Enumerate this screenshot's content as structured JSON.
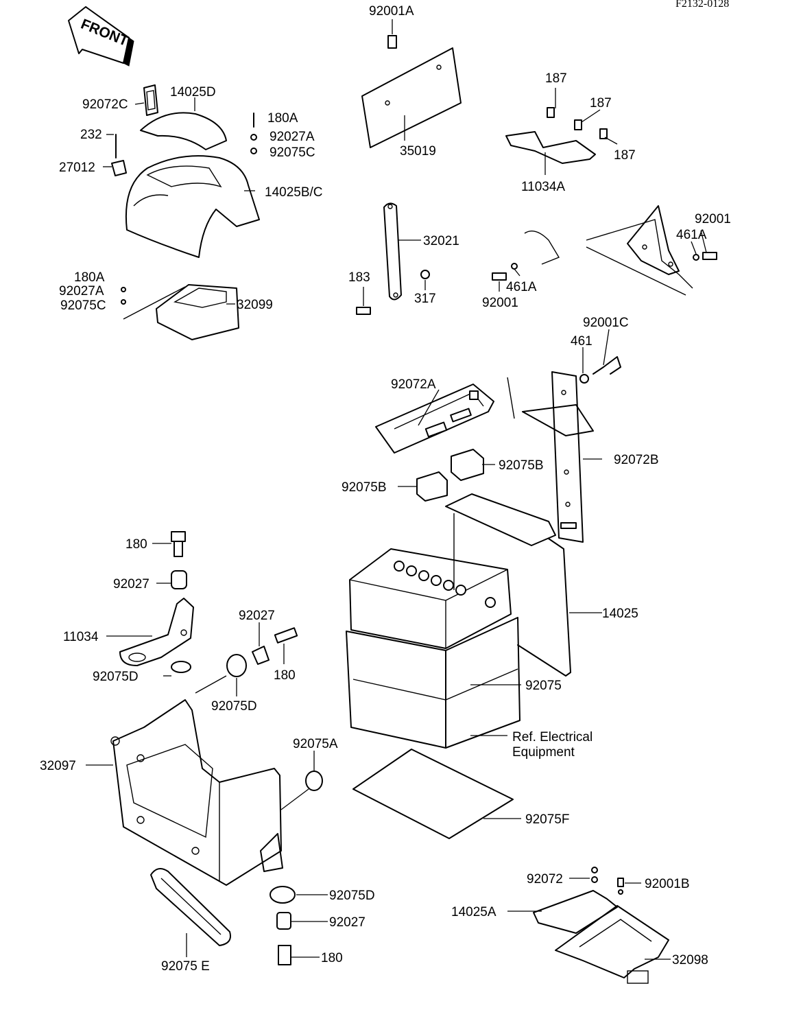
{
  "diagram_code": "F2132-0128",
  "front_arrow": "FRONT",
  "parts": {
    "p92001A": "92001A",
    "p35019": "35019",
    "p187a": "187",
    "p187b": "187",
    "p187c": "187",
    "p11034A": "11034A",
    "p92072C": "92072C",
    "p14025D": "14025D",
    "p232": "232",
    "p180A_top": "180A",
    "p92027A_top": "92027A",
    "p92075C_top": "92075C",
    "p27012": "27012",
    "p14025BC": "14025B/C",
    "p32021": "32021",
    "p183": "183",
    "p317": "317",
    "p92001_right": "92001",
    "p461A_right": "461A",
    "p461A_mid": "461A",
    "p92001_mid": "92001",
    "p180A_low": "180A",
    "p92027A_low": "92027A",
    "p92075C_low": "92075C",
    "p32099": "32099",
    "p92001C": "92001C",
    "p461": "461",
    "p92072A": "92072A",
    "p92075B_a": "92075B",
    "p92072B": "92072B",
    "p92075B_b": "92075B",
    "p180_top": "180",
    "p92027_top": "92027",
    "p11034": "11034",
    "p92075D_left": "92075D",
    "p92027_mid": "92027",
    "p180_mid": "180",
    "p92075D_mid": "92075D",
    "p14025": "14025",
    "p92075": "92075",
    "p32097": "32097",
    "p92075A": "92075A",
    "ref_line1": "Ref. Electrical",
    "ref_line2": "Equipment",
    "p92075F": "92075F",
    "p92072": "92072",
    "p92001B": "92001B",
    "p14025A": "14025A",
    "p92075D_low": "92075D",
    "p92027_low": "92027",
    "p180_low": "180",
    "p32098": "32098",
    "p92075E": "92075 E"
  }
}
